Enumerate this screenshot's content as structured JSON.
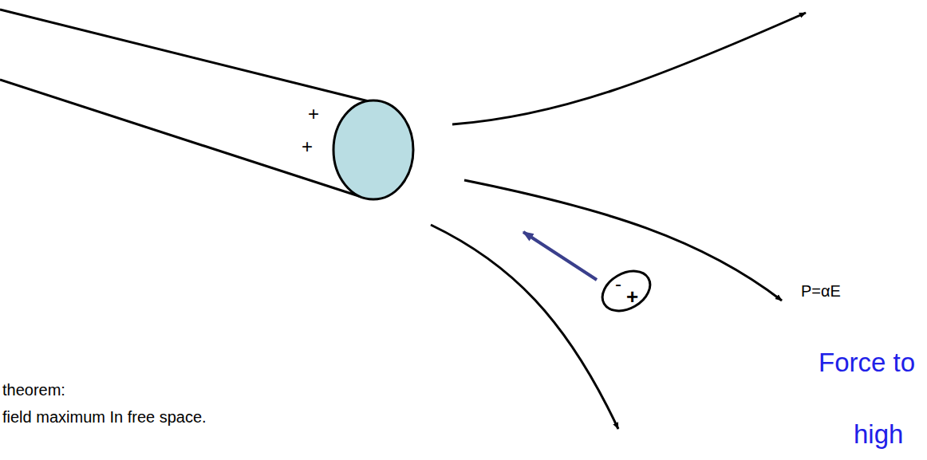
{
  "diagram": {
    "nodes": [
      {
        "text": [
          "+",
          "+"
        ]
      },
      {
        "text": [
          "-",
          "+"
        ]
      }
    ],
    "labels": [
      "P=αE",
      "Force to",
      "high",
      "theorem:",
      "field maximum In free space."
    ]
  }
}
